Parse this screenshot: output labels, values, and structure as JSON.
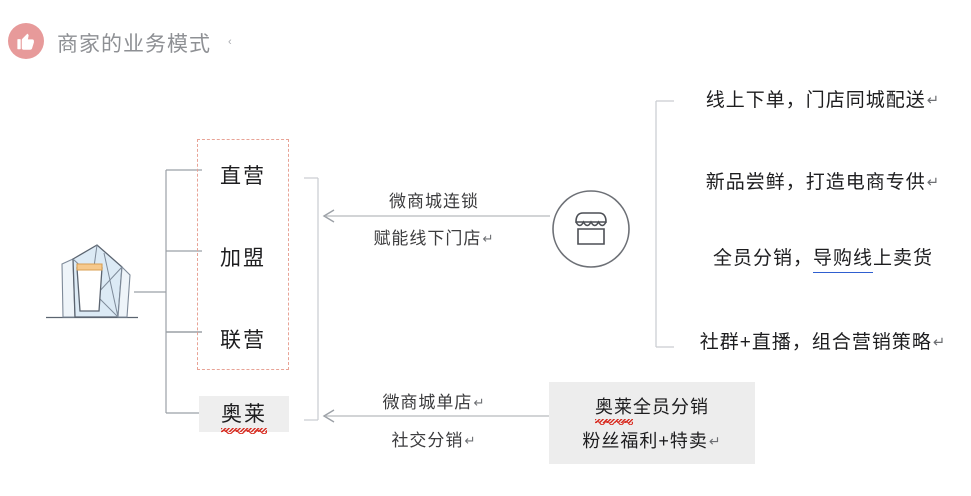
{
  "header": {
    "title": "商家的业务模式",
    "title_caret": "‹",
    "badge_icon": "thumbs-up-icon",
    "badge_color": "#e79a9a",
    "title_color": "#8e9094"
  },
  "left": {
    "building_icon": "office-building-icon",
    "group_box": {
      "border_color": "#e8a396",
      "border_style": "dashed"
    },
    "channels": [
      {
        "label": "直营"
      },
      {
        "label": "加盟"
      },
      {
        "label": "联营"
      }
    ],
    "outlet": {
      "label_prefix": "奥",
      "label_suffix": "莱",
      "label": "奥莱",
      "background": "#eeeeee",
      "spellcheck_color": "#d93025"
    }
  },
  "middle": {
    "chain_arrow": {
      "line_1": "微商城连锁",
      "line_2": "赋能线下门店",
      "line_2_mark": "↵",
      "direction": "left"
    },
    "outlet_arrow": {
      "line_1": "微商城单店",
      "line_1_mark": "↵",
      "line_2": "社交分销",
      "line_2_mark": "↵",
      "direction": "left"
    },
    "store_icon": "storefront-icon"
  },
  "right": {
    "benefits": [
      {
        "text": "线上下单，门店同城配送",
        "mark": "↵"
      },
      {
        "text": "新品尝鲜，打造电商专供",
        "mark": "↵"
      },
      {
        "text_before": "全员分销，",
        "text_underlined": "导购线",
        "text_after": "上卖货",
        "mark": "",
        "underline_color": "#2f5fd0"
      },
      {
        "text": "社群+直播，组合营销策略",
        "mark": "↵"
      }
    ],
    "outlet_detail": {
      "background": "#ededed",
      "line_1_prefix": "奥莱",
      "line_1_suffix": "全员分销",
      "line_1": "奥莱全员分销",
      "line_2": "粉丝福利+特卖",
      "line_2_mark": "↵",
      "spellcheck_color": "#d93025"
    }
  }
}
